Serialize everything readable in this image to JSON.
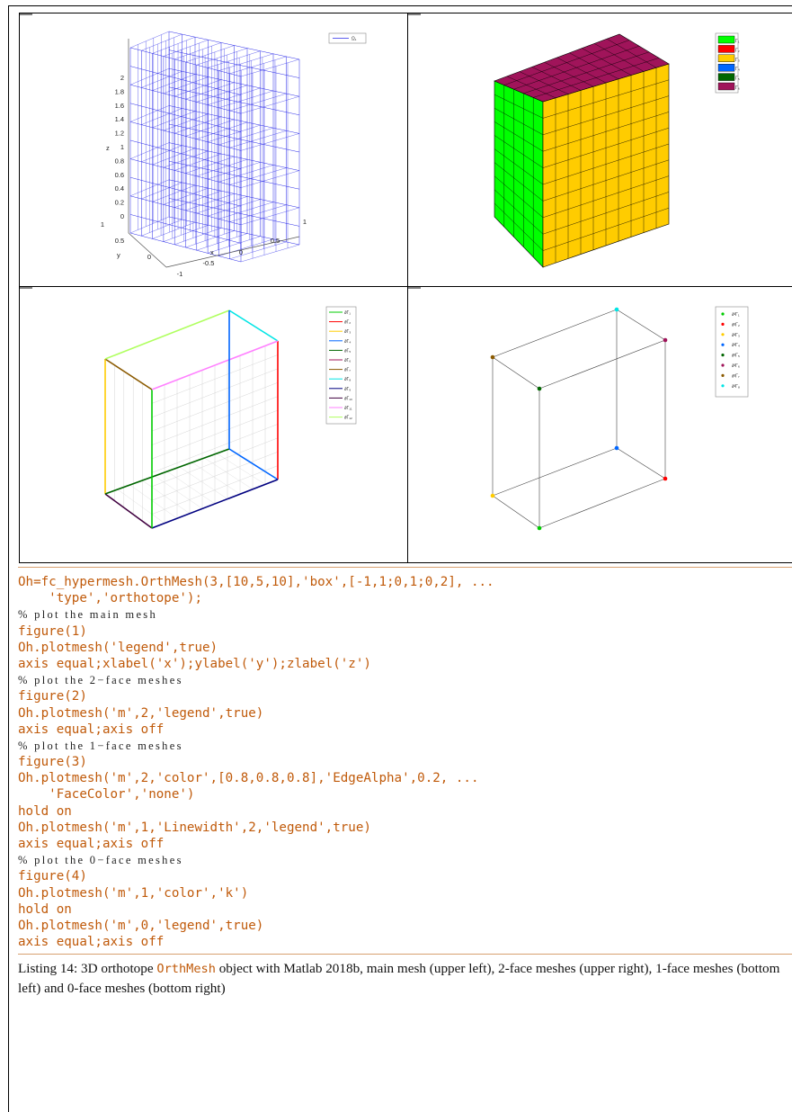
{
  "figures": {
    "main_mesh": {
      "legend": [
        "Ω₁"
      ],
      "z_ticks": [
        "2",
        "1.8",
        "1.6",
        "1.4",
        "1.2",
        "1",
        "0.8",
        "0.6",
        "0.4",
        "0.2",
        "0"
      ],
      "z_label": "z",
      "x_ticks": [
        "-1",
        "-0.5",
        "0",
        "0.5",
        "1"
      ],
      "x_label": "x",
      "y_ticks": [
        "0",
        "0.5",
        "1"
      ],
      "y_label": "y"
    },
    "face2": {
      "legend": [
        "Γ₁",
        "Γ₂",
        "Γ₃",
        "Γ₄",
        "Γ₅",
        "Γ₆"
      ],
      "colors": [
        "#00ff00",
        "#ff0000",
        "#ffcc00",
        "#0066ff",
        "#006600",
        "#a0145a"
      ]
    },
    "face1": {
      "legend": [
        "∂Γ₁",
        "∂Γ₂",
        "∂Γ₃",
        "∂Γ₄",
        "∂Γ₅",
        "∂Γ₆",
        "∂Γ₇",
        "∂Γ₈",
        "∂Γ₉",
        "∂Γ₁₀",
        "∂Γ₁₁",
        "∂Γ₁₂"
      ],
      "colors": [
        "#00cc00",
        "#ff0000",
        "#ffcc00",
        "#0066ff",
        "#006600",
        "#a0145a",
        "#8b5a00",
        "#00e5e5",
        "#000080",
        "#400040",
        "#ff80ff",
        "#b0ff60"
      ]
    },
    "face0": {
      "legend": [
        "∂²Γ₁",
        "∂²Γ₂",
        "∂²Γ₃",
        "∂²Γ₄",
        "∂²Γ₅",
        "∂²Γ₆",
        "∂²Γ₇",
        "∂²Γ₈"
      ],
      "colors": [
        "#00cc00",
        "#ff0000",
        "#ffcc00",
        "#0066ff",
        "#006600",
        "#a0145a",
        "#8b5a00",
        "#00e5e5"
      ]
    }
  },
  "code_lines": [
    {
      "type": "code",
      "text": "Oh=fc_hypermesh.OrthMesh(3,[10,5,10],'box',[-1,1;0,1;0,2], ..."
    },
    {
      "type": "code",
      "text": "    'type','orthotope');"
    },
    {
      "type": "comment",
      "text": "% plot the main mesh"
    },
    {
      "type": "code",
      "text": "figure(1)"
    },
    {
      "type": "code",
      "text": "Oh.plotmesh('legend',true)"
    },
    {
      "type": "code",
      "text": "axis equal;xlabel('x');ylabel('y');zlabel('z')"
    },
    {
      "type": "comment",
      "text": "% plot the 2−face meshes"
    },
    {
      "type": "code",
      "text": "figure(2)"
    },
    {
      "type": "code",
      "text": "Oh.plotmesh('m',2,'legend',true)"
    },
    {
      "type": "code",
      "text": "axis equal;axis off"
    },
    {
      "type": "comment",
      "text": "% plot the 1−face meshes"
    },
    {
      "type": "code",
      "text": "figure(3)"
    },
    {
      "type": "code",
      "text": "Oh.plotmesh('m',2,'color',[0.8,0.8,0.8],'EdgeAlpha',0.2, ..."
    },
    {
      "type": "code",
      "text": "    'FaceColor','none')"
    },
    {
      "type": "code",
      "text": "hold on"
    },
    {
      "type": "code",
      "text": "Oh.plotmesh('m',1,'Linewidth',2,'legend',true)"
    },
    {
      "type": "code",
      "text": "axis equal;axis off"
    },
    {
      "type": "comment",
      "text": "% plot the 0−face meshes"
    },
    {
      "type": "code",
      "text": "figure(4)"
    },
    {
      "type": "code",
      "text": "Oh.plotmesh('m',1,'color','k')"
    },
    {
      "type": "code",
      "text": "hold on"
    },
    {
      "type": "code",
      "text": "Oh.plotmesh('m',0,'legend',true)"
    },
    {
      "type": "code",
      "text": "axis equal;axis off"
    }
  ],
  "caption": {
    "prefix": "Listing 14: 3D orthotope ",
    "highlight": "OrthMesh",
    "suffix": " object with Matlab 2018b, main mesh (upper left), 2-face meshes (upper right), 1-face meshes (bottom left) and 0-face meshes (bottom right)"
  }
}
